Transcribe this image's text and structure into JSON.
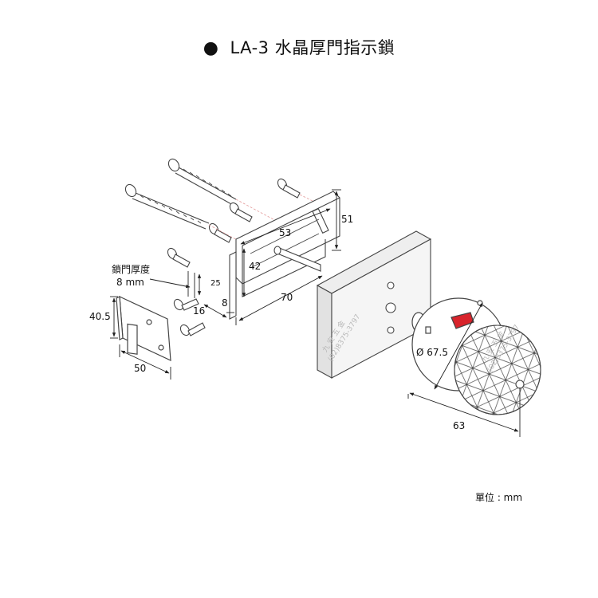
{
  "title": {
    "bullet": "●",
    "text": "LA-3 水晶厚門指示鎖"
  },
  "dimensions": {
    "door_thickness_label": "鎖門厚度",
    "door_thickness_value": "8 mm",
    "plate_height": "40.5",
    "plate_width": "50",
    "d_25": "25",
    "d_16": "16",
    "d_8": "8",
    "d_42": "42",
    "d_53": "53",
    "d_70": "70",
    "d_51": "51",
    "knob_diameter": "Ø 67.5",
    "knob_depth": "63"
  },
  "watermark": {
    "name": "九 安 五 金",
    "phone": "(02)8375-3797"
  },
  "unit_label": "單位 : mm",
  "colors": {
    "indicator": "#d8242c",
    "line": "#333333"
  }
}
